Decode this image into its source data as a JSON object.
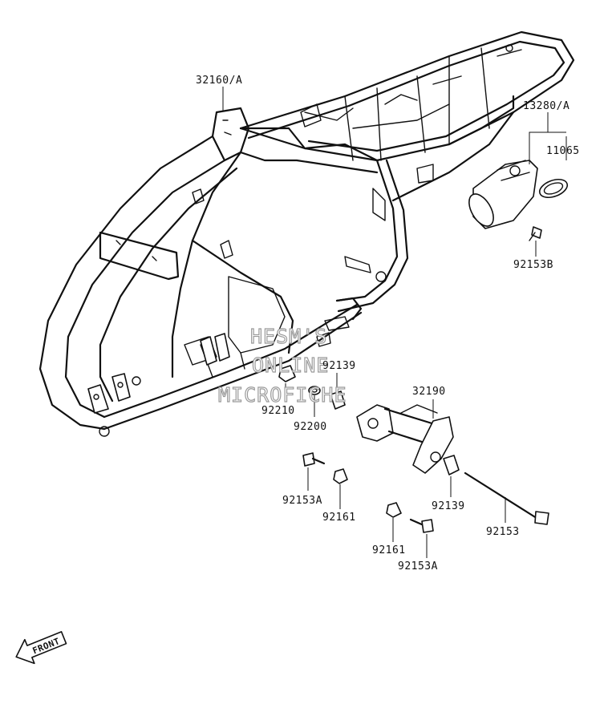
{
  "diagram": {
    "labels": {
      "frame": "32160/A",
      "kit": "13280/A",
      "cap": "11065",
      "bolt_b": "92153B",
      "collar_top": "92139",
      "nut_left": "92210",
      "washer": "92200",
      "bracket": "32190",
      "bolt_a_left": "92153A",
      "nut_mid": "92161",
      "collar_right": "92139",
      "long_bolt": "92153",
      "nut_bottom": "92161",
      "bolt_a_bottom": "92153A"
    },
    "watermark": {
      "line1": "HESM'S",
      "line2": "ONLINE",
      "line3": "MICROFICHE"
    },
    "front_arrow": "FRONT",
    "colors": {
      "ink": "#111111",
      "watermark": "#9a9a9a"
    }
  }
}
